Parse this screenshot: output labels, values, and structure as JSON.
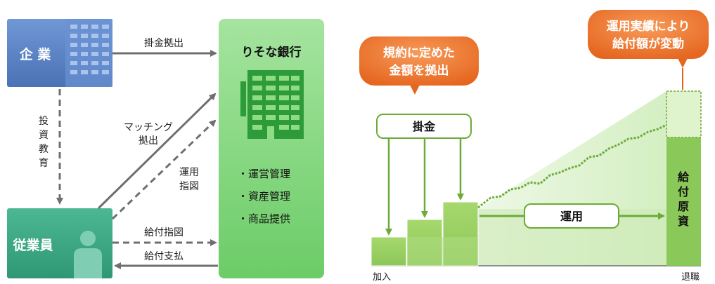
{
  "left": {
    "company": "企 業",
    "employee": "従業員",
    "bank_name": "りそな銀行",
    "bank_items": [
      "・運営管理",
      "・資産管理",
      "・商品提供"
    ],
    "arrow_contribution": "掛金拠出",
    "arrow_education": [
      "投",
      "資",
      "教",
      "育"
    ],
    "arrow_matching": [
      "マッチング",
      "拠出"
    ],
    "arrow_instruction": [
      "運用",
      "指図"
    ],
    "arrow_benefit_instruction": "給付指図",
    "arrow_benefit_payment": "給付支払"
  },
  "right": {
    "bubble_left": [
      "規約に定めた",
      "金額を拠出"
    ],
    "bubble_right": [
      "運用実績により",
      "給付額が変動"
    ],
    "contribution_label": "掛金",
    "investment_label": "運用",
    "benefit_resource": [
      "給",
      "付",
      "原",
      "資"
    ],
    "axis_start": "加入",
    "axis_end": "退職"
  },
  "colors": {
    "company_blue": "#5b83c6",
    "employee_teal": "#3aa585",
    "bank_green": "#7ed47a",
    "accent_green": "#6bab38",
    "bubble_orange": "#ec7030"
  }
}
